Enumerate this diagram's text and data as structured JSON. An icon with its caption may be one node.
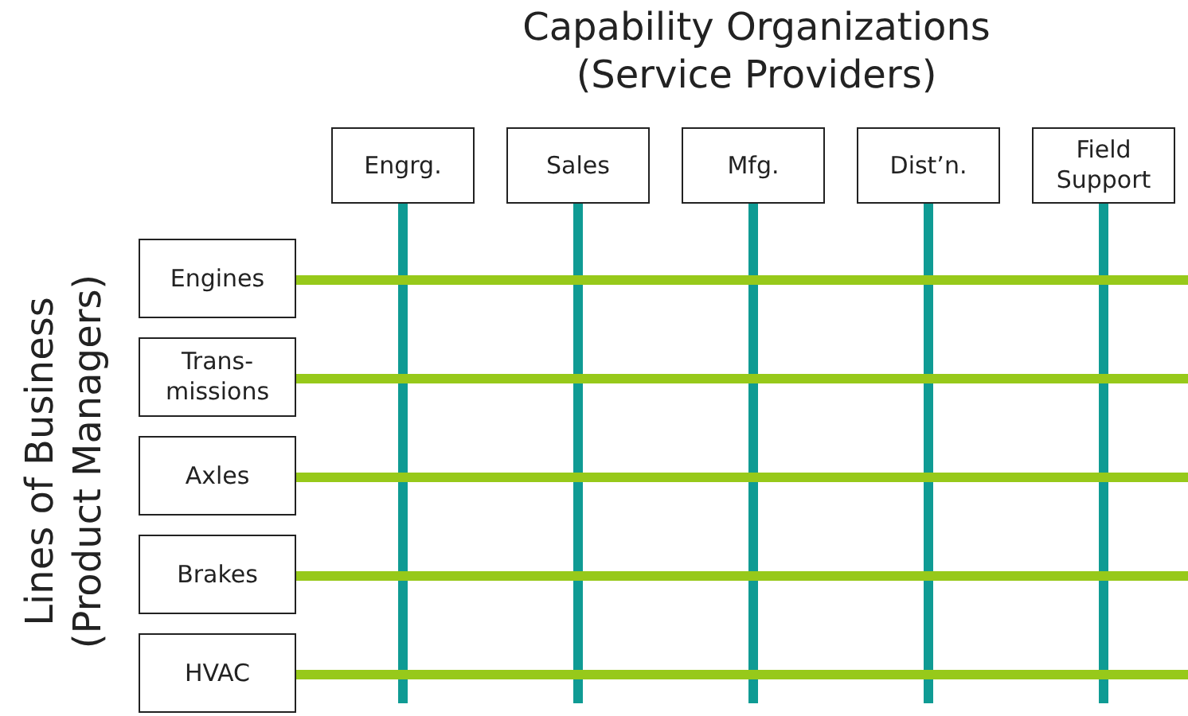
{
  "diagram": {
    "nodes": [
      {
        "text": [
          "Engrg."
        ]
      },
      {
        "text": [
          "Sales"
        ]
      },
      {
        "text": [
          "Mfg."
        ]
      },
      {
        "text": [
          "Dist’n."
        ]
      },
      {
        "text": [
          "Field Support"
        ]
      },
      {
        "text": [
          "Engines"
        ]
      },
      {
        "text": [
          "Trans- missions"
        ]
      },
      {
        "text": [
          "Axles"
        ]
      },
      {
        "text": [
          "Brakes"
        ]
      },
      {
        "text": [
          "HVAC"
        ]
      }
    ],
    "edges": [
      {
        "from": 0,
        "to": null,
        "arrow": "none",
        "color": "#0f9b94"
      },
      {
        "from": 1,
        "to": null,
        "arrow": "none",
        "color": "#0f9b94"
      },
      {
        "from": 2,
        "to": null,
        "arrow": "none",
        "color": "#0f9b94"
      },
      {
        "from": 3,
        "to": null,
        "arrow": "none",
        "color": "#0f9b94"
      },
      {
        "from": 4,
        "to": null,
        "arrow": "none",
        "color": "#0f9b94"
      },
      {
        "from": 5,
        "to": null,
        "arrow": "none",
        "color": "#97c91a"
      },
      {
        "from": 6,
        "to": null,
        "arrow": "none",
        "color": "#97c91a"
      },
      {
        "from": 7,
        "to": null,
        "arrow": "none",
        "color": "#97c91a"
      },
      {
        "from": 8,
        "to": null,
        "arrow": "none",
        "color": "#97c91a"
      },
      {
        "from": 9,
        "to": null,
        "arrow": "none",
        "color": "#97c91a"
      }
    ],
    "labels": [
      "Capability Organizations (Service Providers)",
      "Lines of Business (Product Managers)"
    ]
  }
}
